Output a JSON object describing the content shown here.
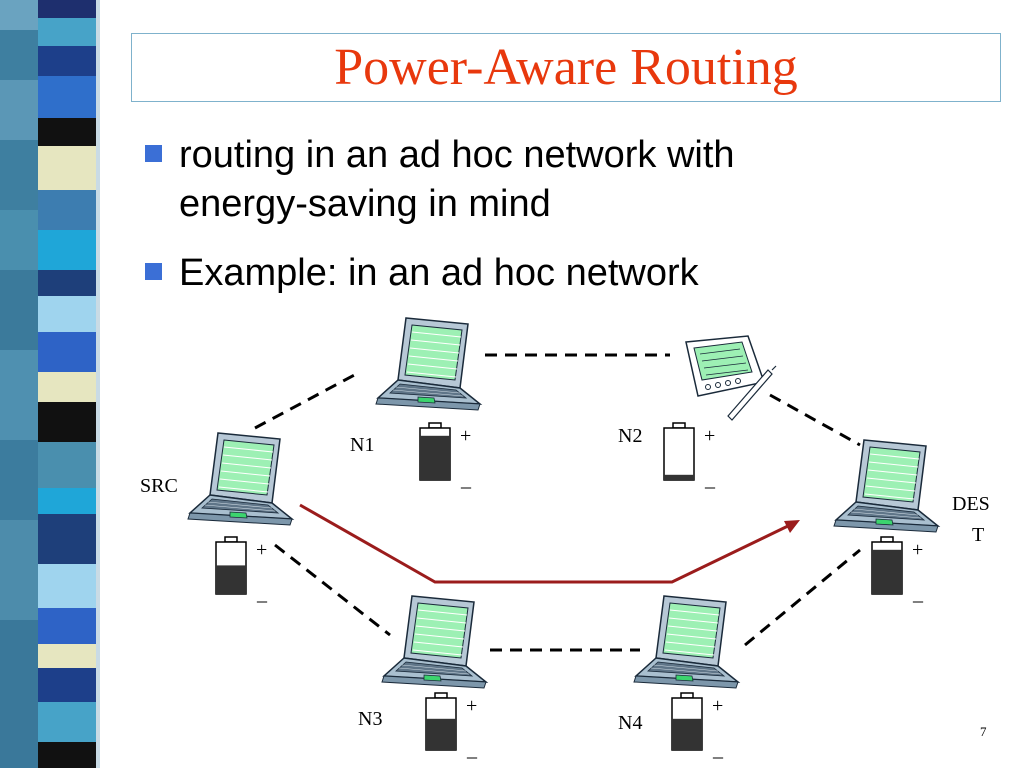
{
  "slide": {
    "title": "Power-Aware Routing",
    "bullets": [
      {
        "line1": "routing in an ad hoc network with",
        "line2": "energy-saving in mind"
      },
      {
        "line1": "Example: in an ad hoc network"
      }
    ],
    "page_number": "7"
  },
  "diagram": {
    "nodes": {
      "src": {
        "label": "SRC",
        "battery_level": 0.55
      },
      "n1": {
        "label": "N1",
        "battery_level": 0.85
      },
      "n2": {
        "label": "N2",
        "battery_level": 0.1
      },
      "n3": {
        "label": "N3",
        "battery_level": 0.6
      },
      "n4": {
        "label": "N4",
        "battery_level": 0.6
      },
      "dest": {
        "label_line1": "DES",
        "label_line2": "T",
        "battery_level": 0.85
      }
    },
    "plus_sign": "+",
    "minus_sign": "_",
    "colors": {
      "title": "#e8380d",
      "bullet": "#3b6fd6",
      "route_arrow": "#9b1c1c",
      "screen": "#9df0b4",
      "laptop_body": "#a9bfcf",
      "battery_fill": "#333333"
    }
  }
}
